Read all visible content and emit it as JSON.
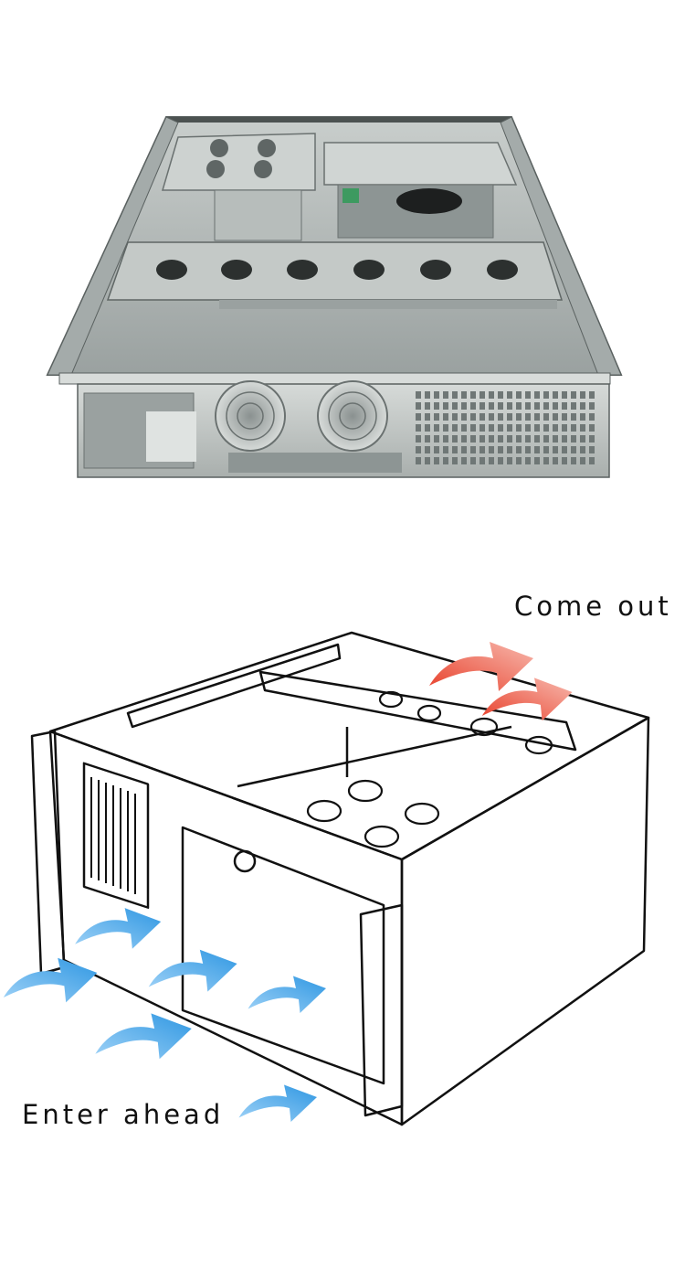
{
  "airflow": {
    "exhaust_label": "Come out",
    "intake_label": "Enter ahead",
    "exhaust_color": "#e8412c",
    "intake_color": "#3aa0e6"
  },
  "colors": {
    "metal": "#b4bab8",
    "metal_dark": "#7d8584",
    "line": "#111111"
  },
  "icons": {
    "exhaust": "curved-arrow-up-right",
    "intake": "curved-arrow-up-right"
  }
}
